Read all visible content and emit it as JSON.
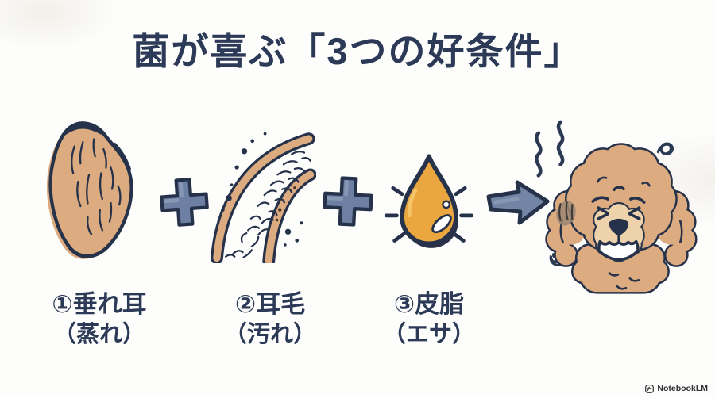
{
  "title": "菌が喜ぶ「3つの好条件」",
  "items": [
    {
      "label": "①垂れ耳",
      "sub": "（蒸れ）",
      "icon": "droopy-ear-icon"
    },
    {
      "label": "②耳毛",
      "sub": "（汚れ）",
      "icon": "ear-canal-hair-icon"
    },
    {
      "label": "③皮脂",
      "sub": "（エサ）",
      "icon": "sebum-drop-icon"
    }
  ],
  "operators": [
    {
      "type": "plus",
      "icon": "plus-operator-icon"
    },
    {
      "type": "plus",
      "icon": "plus-operator-icon"
    },
    {
      "type": "arrow",
      "icon": "arrow-right-icon"
    }
  ],
  "result": {
    "icon": "smelly-poodle-icon"
  },
  "watermark": {
    "brand": "NotebookLM",
    "icon": "notebooklm-logo-icon"
  },
  "colors": {
    "ink_navy": "#2c3a57",
    "outline_navy": "#26324a",
    "fur_tan": "#dcab80",
    "muzzle_cream": "#eed2ac",
    "sebum_orange": "#eaa73f",
    "operator_slate": "#6d7fa3",
    "background": "#fdfdfc"
  }
}
